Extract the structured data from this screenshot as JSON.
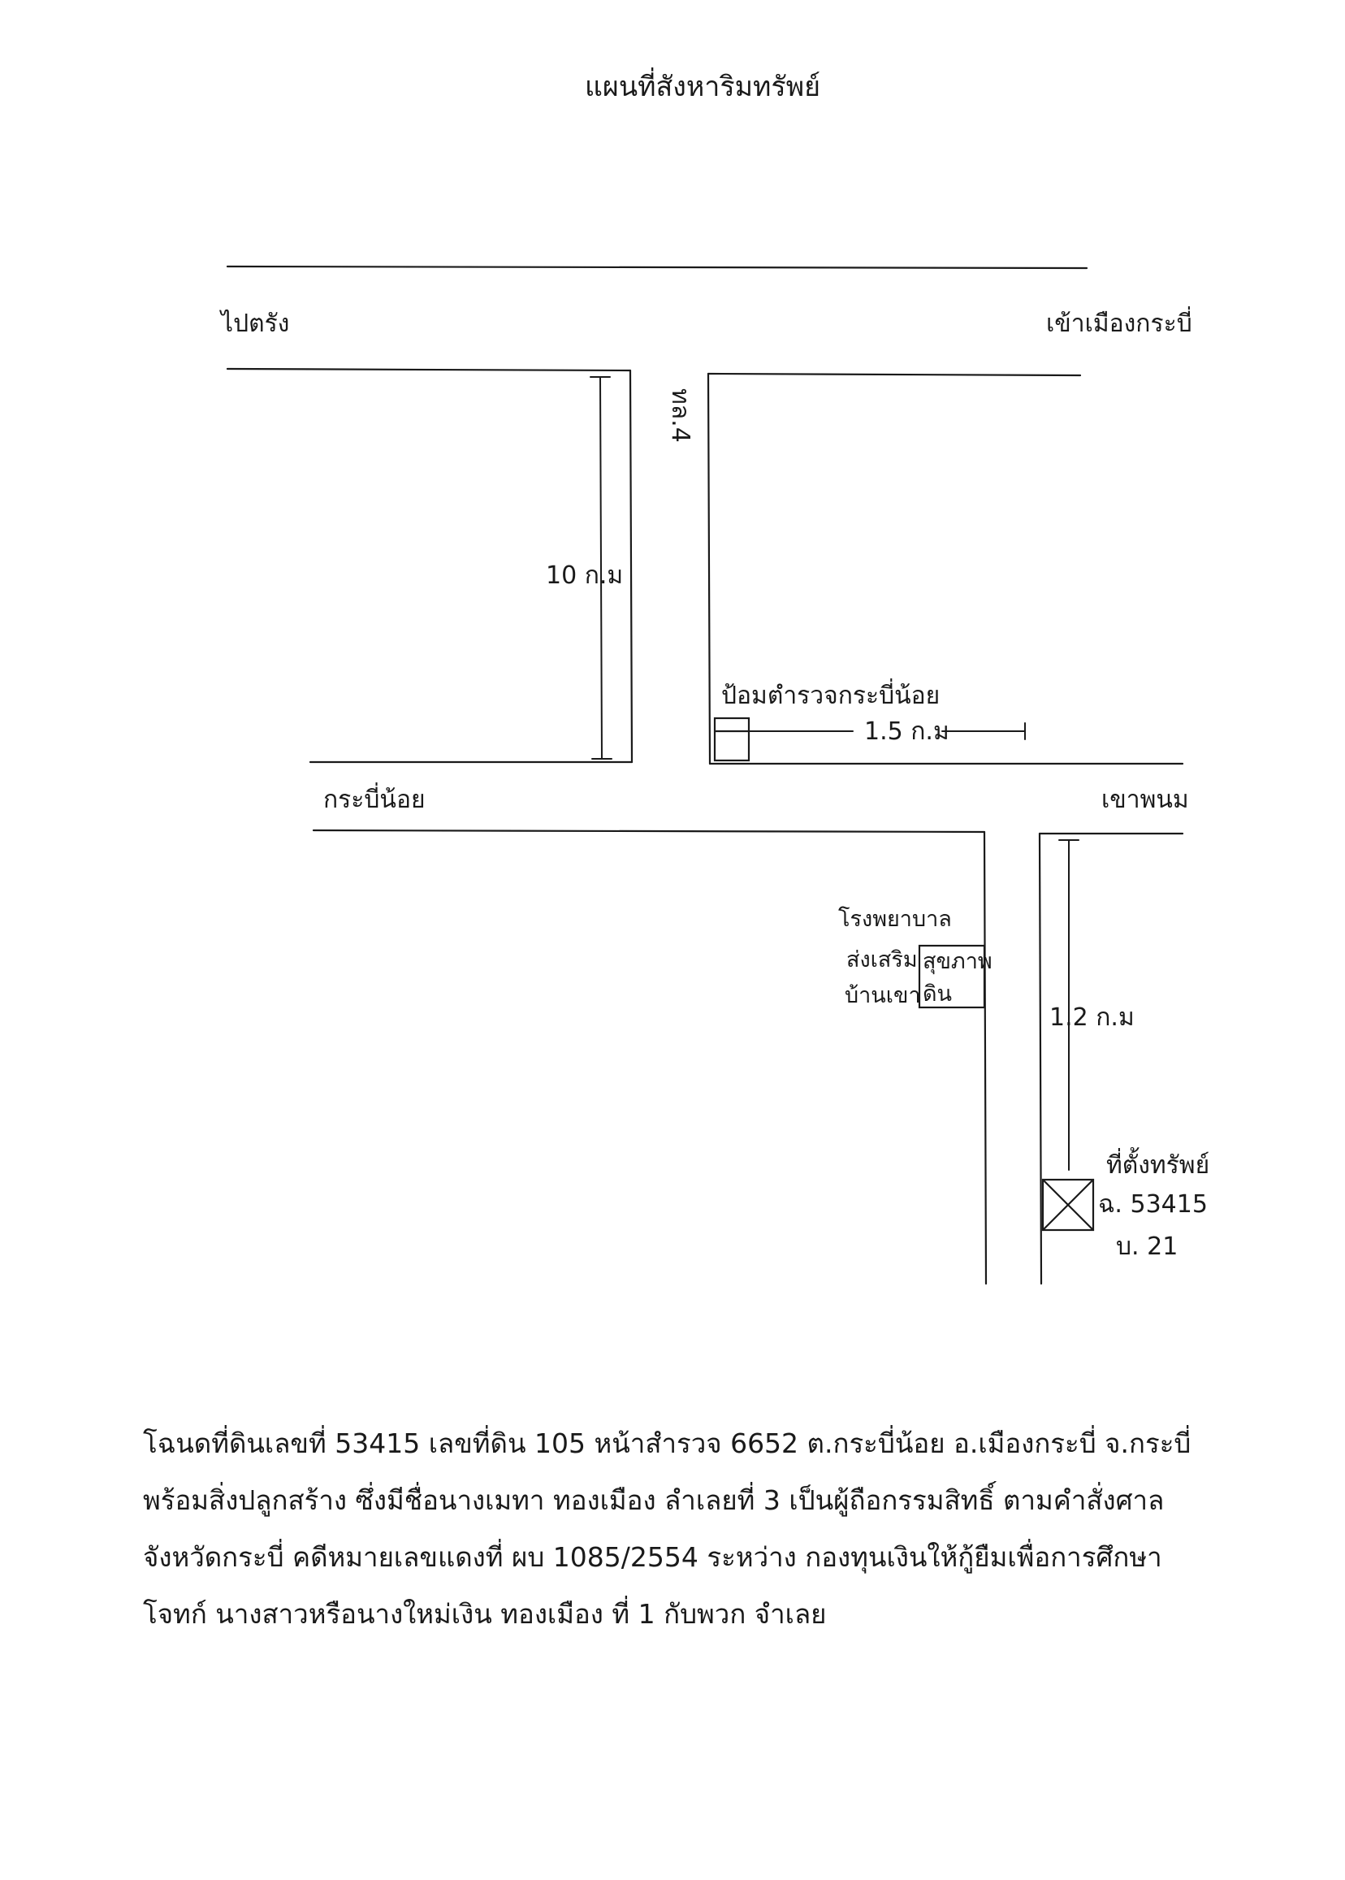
{
  "map": {
    "title": "แผนที่สังหาริมทรัพย์",
    "labels": {
      "to_trang": "ไปตรัง",
      "to_krabi_town": "เข้าเมืองกระบี่",
      "road_number": "ทล.4",
      "dist_10km": "10 ก.ม",
      "dist_15km": "1.5 ก.ม",
      "dist_12km": "1.2 ก.ม",
      "police": "ป้อมตำรวจกระบี่น้อย",
      "krabi_noi": "กระบี่น้อย",
      "khao_phanom": "เขาพนม",
      "hospital_line1": "โรงพยาบาล",
      "hospital_line2_a": "ส่งเสริม",
      "hospital_line2_b": "สุขภาพ",
      "hospital_line3_a": "บ้านเขา",
      "hospital_line3_b": "ดิน",
      "property_line1": "ที่ตั้งทรัพย์",
      "property_line2": "ฉ. 53415",
      "property_line3": "บ. 21"
    },
    "note_lines": [
      "โฉนดที่ดินเลขที่ 53415 เลขที่ดิน 105 หน้าสำรวจ 6652 ต.กระบี่น้อย อ.เมืองกระบี่ จ.กระบี่",
      "พร้อมสิ่งปลูกสร้าง ซึ่งมีชื่อนางเมทา ทองเมือง ลำเลยที่ 3 เป็นผู้ถือกรรมสิทธิ์ ตามคำสั่งศาล",
      "จังหวัดกระบี่ คดีหมายเลขแดงที่ ผบ 1085/2554 ระหว่าง กองทุนเงินให้กู้ยืมเพื่อการศึกษา",
      "โจทก์ นางสาวหรือนางใหม่เงิน ทองเมือง ที่ 1 กับพวก จำเลย"
    ]
  }
}
